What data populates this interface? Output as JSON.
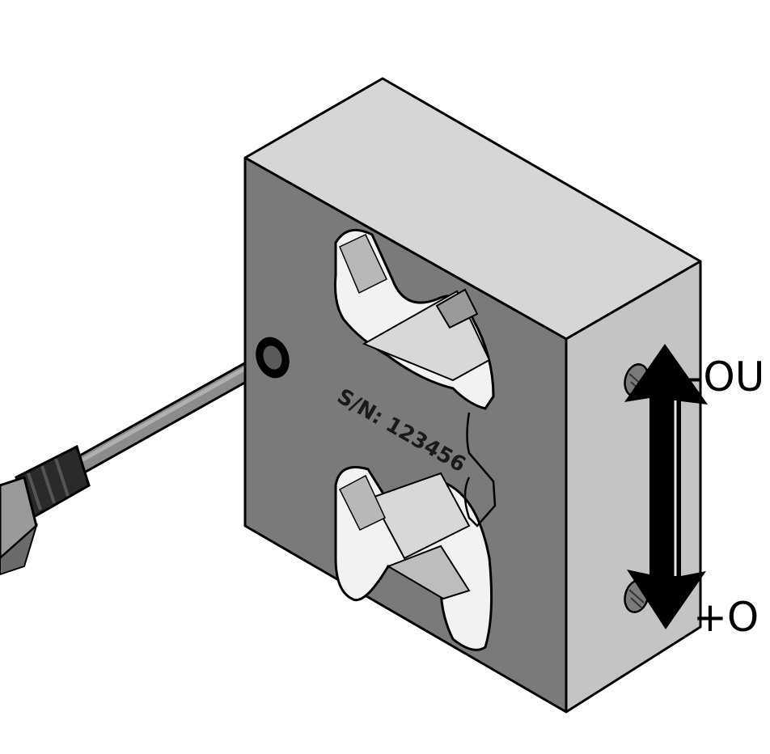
{
  "diagram": {
    "serial_label": "S/N: 123456",
    "label_negative": "-OU",
    "label_positive": "+O",
    "icons": {
      "load_cell": "load-cell-block-icon",
      "cable": "cable-icon",
      "connector": "rj-connector-icon",
      "arrow": "double-arrow-icon",
      "mount_hole": "threaded-hole-icon"
    },
    "colors": {
      "background": "#ffffff",
      "front_face": "#7a7a7a",
      "top_face": "#d6d6d6",
      "side_face": "#c4c4c4",
      "cutout": "#f2f2f2",
      "outline": "#000000",
      "arrow": "#000000"
    }
  }
}
